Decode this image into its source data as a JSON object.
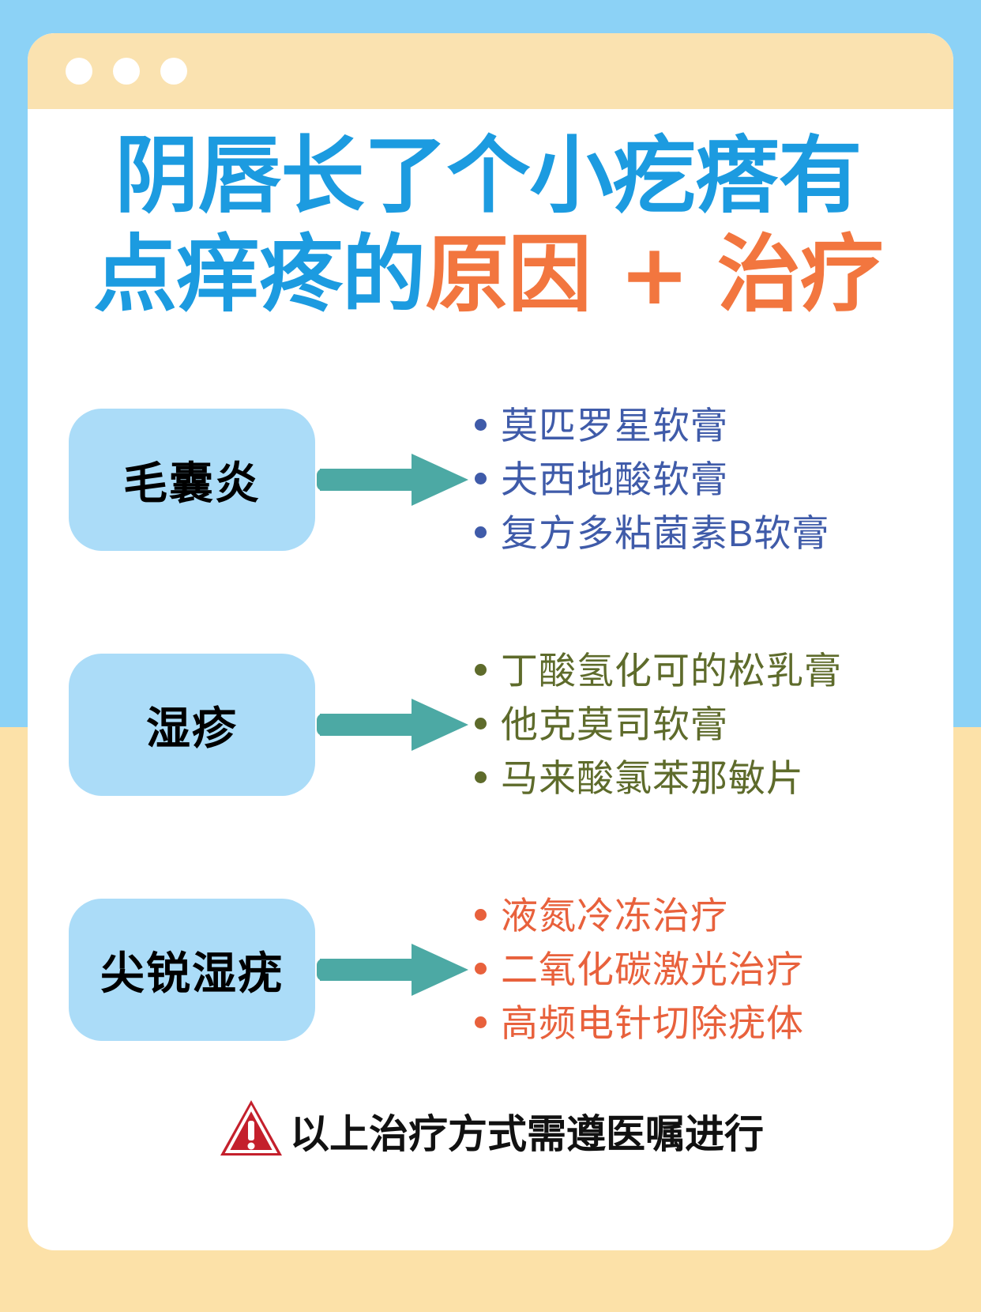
{
  "window": {
    "chrome_dots": [
      "dot-1",
      "dot-2",
      "dot-3"
    ],
    "chrome_color": "#FAE2B0"
  },
  "title": {
    "line1": "阴唇长了个小疙瘩有",
    "line2_blue": "点痒疼的",
    "line2_orange": "原因 + 治疗",
    "blue_color": "#1C9BE0",
    "orange_color": "#F2763F"
  },
  "sections": [
    {
      "label": "毛囊炎",
      "label_box_color": "#ABDCF8",
      "arrow_color": "#4CA9A4",
      "text_color": "#3F5BA9",
      "items": [
        "莫匹罗星软膏",
        "夫西地酸软膏",
        "复方多粘菌素B软膏"
      ]
    },
    {
      "label": "湿疹",
      "label_box_color": "#ABDCF8",
      "arrow_color": "#4CA9A4",
      "text_color": "#5E6B2B",
      "items": [
        "丁酸氢化可的松乳膏",
        "他克莫司软膏",
        "马来酸氯苯那敏片"
      ]
    },
    {
      "label": "尖锐湿疣",
      "label_box_color": "#ABDCF8",
      "arrow_color": "#4CA9A4",
      "text_color": "#E8613C",
      "items": [
        "液氮冷冻治疗",
        "二氧化碳激光治疗",
        "高频电针切除疣体"
      ]
    }
  ],
  "disclaimer": {
    "icon": "warning-triangle-icon",
    "icon_color": "#C4202C",
    "text": "以上治疗方式需遵医嘱进行"
  },
  "background": {
    "top_color": "#8CD2F6",
    "bottom_color": "#FCE1A8",
    "card_color": "#FFFFFF"
  }
}
